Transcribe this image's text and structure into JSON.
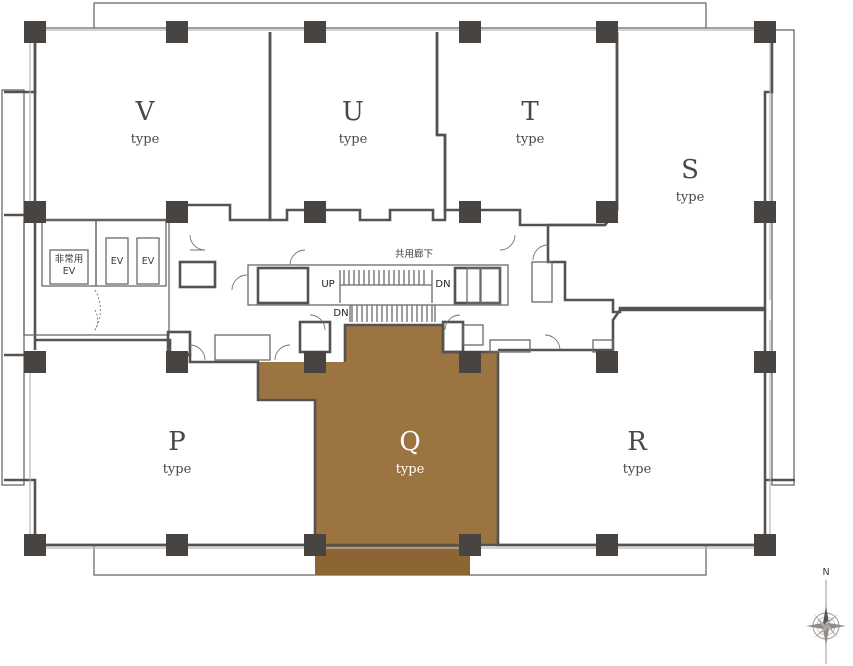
{
  "colors": {
    "highlight_fill": "#9c7442",
    "wall": "#55524f",
    "column": "#474441",
    "background": "#ffffff"
  },
  "units": [
    {
      "id": "V",
      "letter": "V",
      "type_label": "type",
      "highlighted": false
    },
    {
      "id": "U",
      "letter": "U",
      "type_label": "type",
      "highlighted": false
    },
    {
      "id": "T",
      "letter": "T",
      "type_label": "type",
      "highlighted": false
    },
    {
      "id": "S",
      "letter": "S",
      "type_label": "type",
      "highlighted": false
    },
    {
      "id": "P",
      "letter": "P",
      "type_label": "type",
      "highlighted": false
    },
    {
      "id": "Q",
      "letter": "Q",
      "type_label": "type",
      "highlighted": true
    },
    {
      "id": "R",
      "letter": "R",
      "type_label": "type",
      "highlighted": false
    }
  ],
  "labels": {
    "corridor": "共用廊下",
    "emergency_ev_line1": "非常用",
    "emergency_ev_line2": "EV",
    "ev_1": "EV",
    "ev_2": "EV",
    "stair_up": "UP",
    "stair_dn_1": "DN",
    "stair_dn_2": "DN",
    "compass_north": "N"
  },
  "icons": {
    "compass": "compass-rose-icon"
  }
}
